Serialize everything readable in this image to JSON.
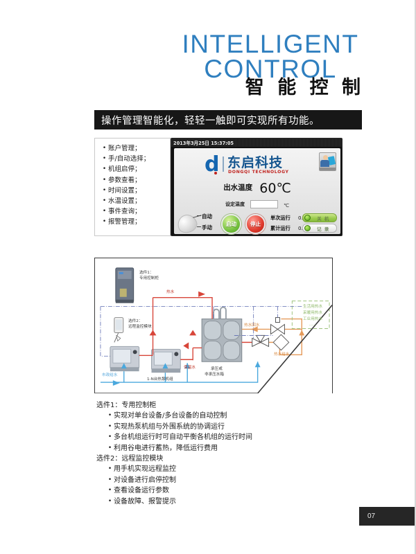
{
  "header": {
    "line1": "INTELLIGENT",
    "line2": "CONTROL",
    "chinese": "智 能 控 制",
    "accent_color": "#2f7fbf"
  },
  "banner": {
    "text": "操作管理智能化，轻轻一触即可实现所有功能。",
    "background": "#171717",
    "color": "#ffffff"
  },
  "features": {
    "items": [
      "账户管理；",
      "手/自动选择；",
      "机组启停；",
      "参数查看；",
      "时间设置；",
      "水温设置；",
      "事件查询；",
      "报警管理；"
    ]
  },
  "hmi": {
    "timestamp": "2013年3月25日 15:37:05",
    "brand_mark": "d",
    "brand_cn": "东启科技",
    "brand_en": "DONGQI TECHNOLOGY",
    "user_icon": "user-tablet-icon",
    "outlet_temp_label": "出水温度",
    "outlet_temp_value": "60℃",
    "set_temp_label": "设定温度",
    "set_temp_value": "",
    "set_temp_unit": "℃",
    "mode_auto": "自动",
    "mode_manual": "手动",
    "btn_start": "启动",
    "btn_stop": "停止",
    "run_single_label": "单次运行",
    "run_single_value": "0.0 小时",
    "run_total_label": "累计运行",
    "run_total_value": "0.0 小时",
    "pill_power": "关 机",
    "pill_record": "记 录"
  },
  "diagram": {
    "labels": {
      "option1": "选件1：",
      "option1_sub": "专用控制柜",
      "option2": "选件2：",
      "option2_sub": "远程监控模块",
      "hot_water": "热水",
      "hot_water_return": "热水回水",
      "hot_water_supply": "热水给水",
      "insulated_water": "保温水",
      "municipal_supply": "市政给水",
      "heat_pumps": "1-N台热泵机组",
      "tank_line1": "承压或",
      "tank_line2": "非承压水箱"
    },
    "usage_box": [
      "生活用热水",
      "采暖用热水",
      "工业用热水",
      "······"
    ]
  },
  "option1": {
    "title": "选件1：专用控制柜",
    "items": [
      "实现对单台设备/多台设备的自动控制",
      "实现热泵机组与外围系统的协调运行",
      "多台机组运行时可自动平衡各机组的运行时间",
      "利用谷电进行蓄热，降低运行费用"
    ]
  },
  "option2": {
    "title": "选件2：远程监控模块",
    "items": [
      "用手机实现远程监控",
      "对设备进行启停控制",
      "查看设备运行参数",
      "设备故障、报警提示"
    ]
  },
  "footer": {
    "page_number": "07"
  }
}
